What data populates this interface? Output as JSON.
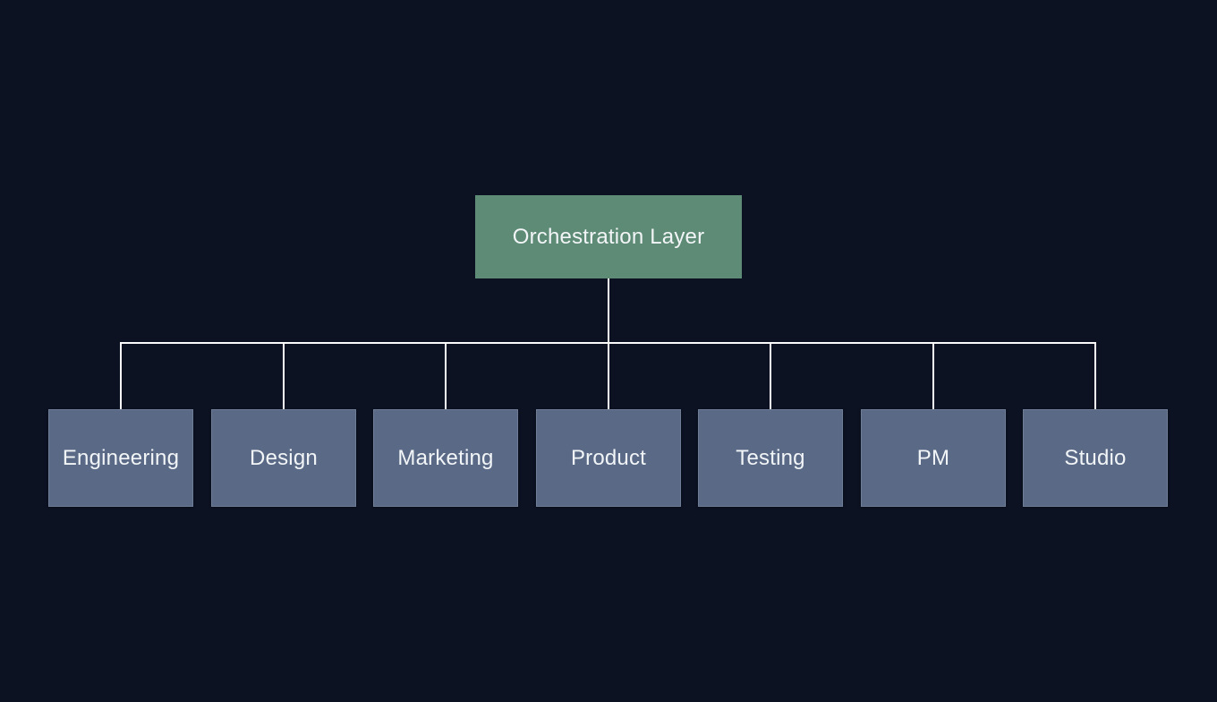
{
  "diagram": {
    "root": {
      "label": "Orchestration Layer"
    },
    "children": [
      {
        "label": "Engineering"
      },
      {
        "label": "Design"
      },
      {
        "label": "Marketing"
      },
      {
        "label": "Product"
      },
      {
        "label": "Testing"
      },
      {
        "label": "PM"
      },
      {
        "label": "Studio"
      }
    ],
    "colors": {
      "background": "#0c1222",
      "root_fill": "#5e8b75",
      "child_fill": "#5a6a86",
      "child_border": "#6e7c95",
      "connector": "#fafafa",
      "text": "#f2f5f7"
    }
  }
}
